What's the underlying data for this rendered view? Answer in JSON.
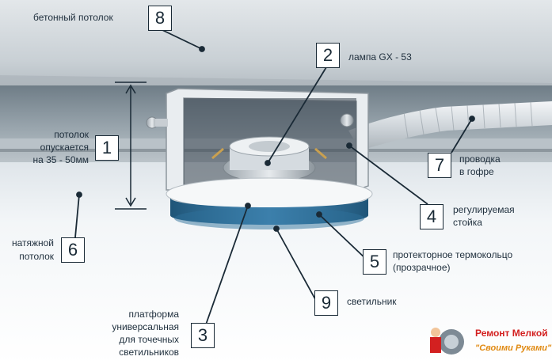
{
  "labels": {
    "concrete_ceiling": "бетонный потолок",
    "lamp": "лампа GX - 53",
    "ceiling_drop": [
      "потолок",
      "опускается",
      "на 35 - 50мм"
    ],
    "wiring": [
      "проводка",
      "в гофре"
    ],
    "adjustable_post": [
      "регулируемая",
      "стойка"
    ],
    "stretch_ceiling": [
      "натяжной",
      "потолок"
    ],
    "thermo_ring": [
      "протекторное термокольцо",
      "(прозрачное)"
    ],
    "fixture": "светильник",
    "platform": [
      "платформа",
      "универсальная",
      "для точечных",
      "светильников"
    ]
  },
  "numbers": {
    "n1": "1",
    "n2": "2",
    "n3": "3",
    "n4": "4",
    "n5": "5",
    "n6": "6",
    "n7": "7",
    "n8": "8",
    "n9": "9"
  },
  "watermark": {
    "line1": "Ремонт Мелкой",
    "line2": "\"Своими Руками\""
  },
  "colors": {
    "concrete": "#cfd6da",
    "stretch": "#f2f5f7",
    "ring_blue": "#2d6f9a",
    "leader": "#1a2a36",
    "accent_red": "#d32020",
    "accent_orange": "#e08a12"
  }
}
